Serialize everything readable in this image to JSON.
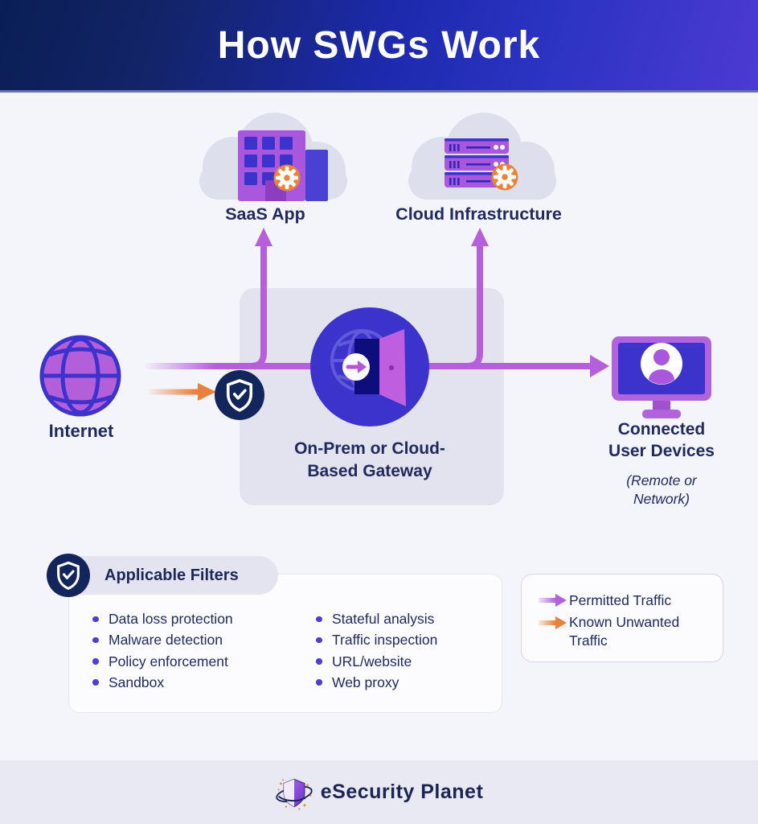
{
  "header": {
    "title": "How SWGs Work"
  },
  "diagram": {
    "saas": {
      "label": "SaaS App",
      "icon": "cloud-building-icon"
    },
    "cloud_infrastructure": {
      "label": "Cloud Infrastructure",
      "icon": "cloud-servers-icon"
    },
    "internet": {
      "label": "Internet",
      "icon": "globe-icon"
    },
    "gateway": {
      "label": "On-Prem or Cloud-\nBased Gateway",
      "icon": "open-door-globe-icon",
      "badge_icon": "shield-check-icon"
    },
    "devices": {
      "label": "Connected\nUser Devices",
      "note": "(Remote or\nNetwork)",
      "icon": "monitor-user-icon"
    }
  },
  "filters": {
    "title": "Applicable Filters",
    "icon": "shield-check-icon",
    "column1": [
      "Data loss protection",
      "Malware detection",
      "Policy enforcement",
      "Sandbox"
    ],
    "column2": [
      "Stateful analysis",
      "Traffic inspection",
      "URL/website",
      "Web proxy"
    ]
  },
  "legend": {
    "permitted": {
      "label": "Permitted Traffic",
      "color": "#b560da"
    },
    "unwanted": {
      "label": "Known Unwanted Traffic",
      "color": "#e8813c"
    }
  },
  "footer": {
    "brand": "eSecurity Planet"
  },
  "colors": {
    "header_navy": "#0a1e55",
    "header_blue": "#2c33c2",
    "background": "#f4f4fb",
    "footer_background": "#e8e9f2",
    "text_navy": "#212a5e",
    "indigo": "#3b33cb",
    "icon_purple": "#a958de",
    "arrow_purple": "#b560da",
    "arrow_orange": "#e8813c",
    "badge_navy": "#13265c",
    "gear_orange": "#ea8336",
    "card_grey": "#e2e3ee",
    "cloud_grey": "#dde0ec"
  }
}
